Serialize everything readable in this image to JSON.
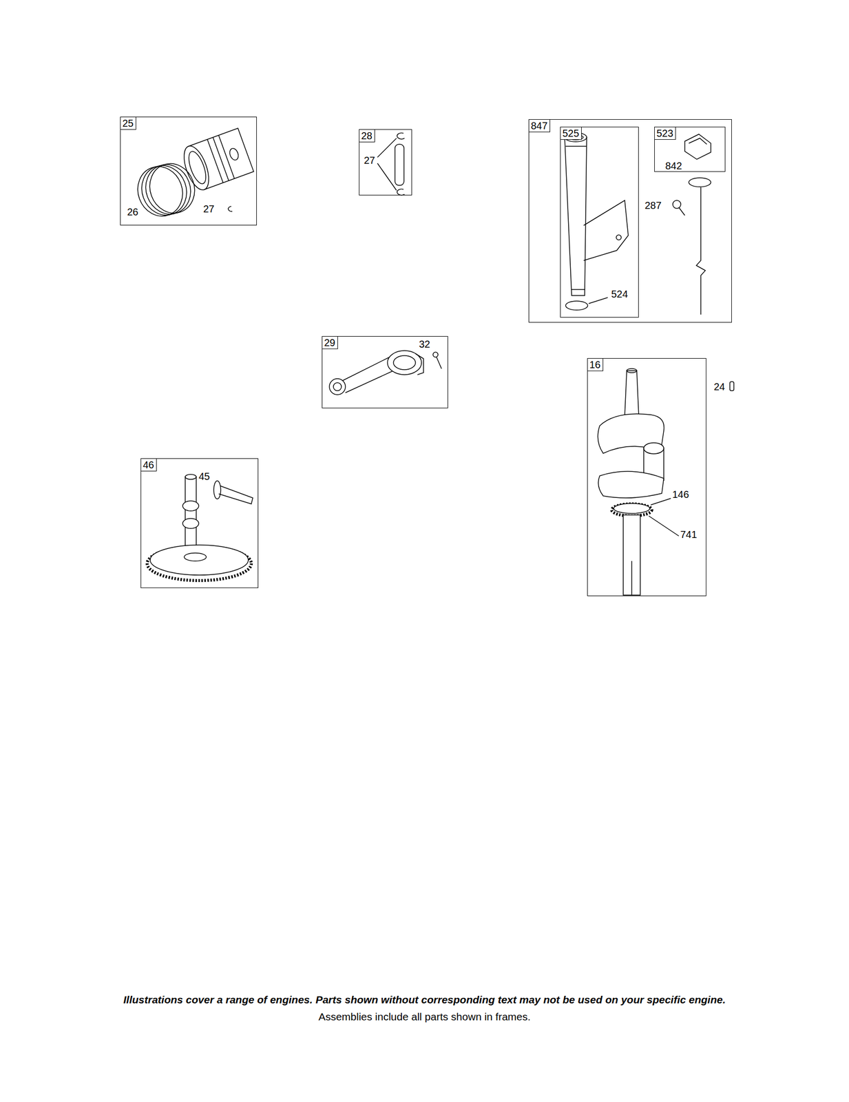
{
  "diagram": {
    "caption": "Illustrations cover a range of engines. Parts shown without corresponding text may not be used on your specific engine.",
    "nodes": [
      {
        "text": [
          "25",
          "26",
          "27"
        ]
      },
      {
        "text": [
          "28",
          "27"
        ]
      },
      {
        "text": [
          "847",
          "287"
        ]
      },
      {
        "text": [
          "525",
          "524"
        ],
        "in": 2
      },
      {
        "text": [
          "523",
          "842"
        ],
        "in": 2
      },
      {
        "text": [
          "29",
          "32"
        ]
      },
      {
        "text": [
          "46",
          "45"
        ]
      },
      {
        "text": [
          "16",
          "146",
          "741"
        ]
      }
    ],
    "labels": [
      "24",
      "Assemblies include all parts shown in frames."
    ]
  }
}
